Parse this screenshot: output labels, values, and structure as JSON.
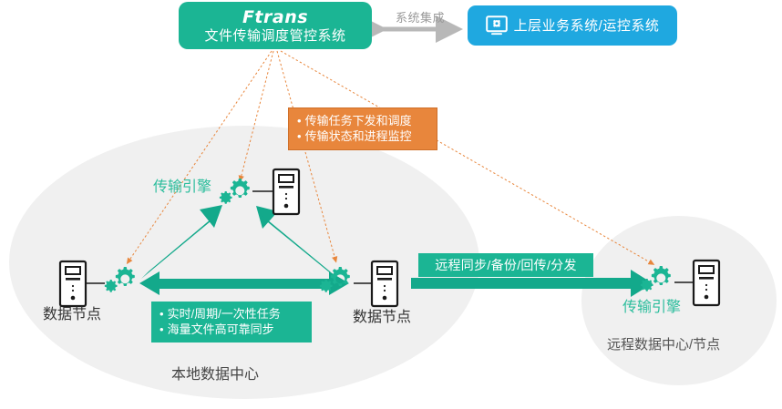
{
  "header": {
    "product_box": {
      "logo_text": "Ftrans",
      "subtitle": "文件传输调度管控系统",
      "color": "#1bb594"
    },
    "integration_label": "系统集成",
    "external_box": {
      "label": "上层业务系统/运控系统",
      "icon": "gear-monitor-icon",
      "color": "#1fa8e0"
    }
  },
  "callouts": {
    "orange": {
      "color": "#e8863c",
      "lines": [
        "传输任务下发和调度",
        "传输状态和进程监控"
      ]
    },
    "green": {
      "color": "#1bb594",
      "lines": [
        "实时/周期/一次性任务",
        "海量文件高可靠同步"
      ]
    },
    "remote_tag": {
      "label": "远程同步/备份/回传/分发",
      "color": "#1bb594"
    }
  },
  "local_zone": {
    "name": "本地数据中心",
    "nodes": [
      {
        "id": "engine-top",
        "label": "传输引擎",
        "icon": "gears-icon",
        "device": "server-icon"
      },
      {
        "id": "node-left",
        "label": "数据节点",
        "icon": "gears-icon",
        "device": "server-icon"
      },
      {
        "id": "node-mid",
        "label": "数据节点",
        "icon": "gears-icon",
        "device": "server-icon"
      }
    ]
  },
  "remote_zone": {
    "name": "远程数据中心/节点",
    "nodes": [
      {
        "id": "engine-remote",
        "label": "传输引擎",
        "icon": "gears-icon",
        "device": "server-icon"
      }
    ]
  },
  "palette": {
    "teal": "#1bb594",
    "teal_light": "#2bbd9c",
    "blue": "#1fa8e0",
    "orange": "#e8863c",
    "zone_fill": "#f0f0f0",
    "gray_arrow": "#b8b8b8"
  }
}
